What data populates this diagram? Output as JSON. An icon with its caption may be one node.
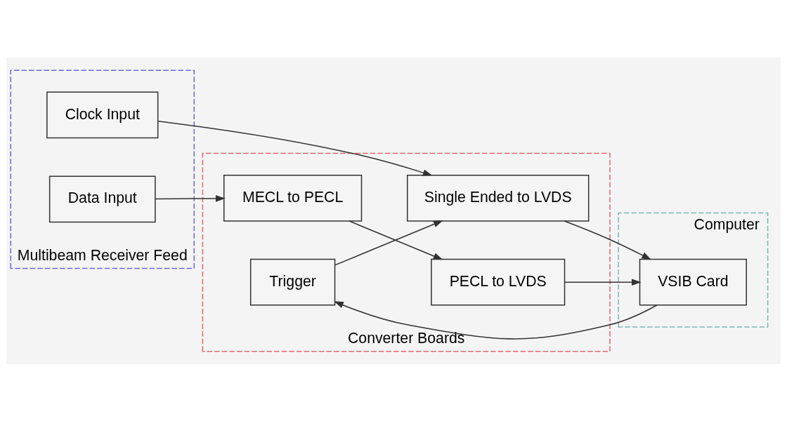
{
  "diagram": {
    "nodes": [
      {
        "text": [
          "Multibeam Receiver Feed"
        ]
      },
      {
        "text": [
          "Data Input"
        ],
        "in": 0
      },
      {
        "text": [
          "Clock Input"
        ],
        "in": 0
      },
      {
        "text": [
          "Converter Boards"
        ]
      },
      {
        "text": [
          "MECL to PECL"
        ],
        "in": 3
      },
      {
        "text": [
          "PECL to LVDS"
        ],
        "in": 3
      },
      {
        "text": [
          "Single Ended to LVDS"
        ],
        "in": 3
      },
      {
        "text": [
          "Trigger"
        ],
        "in": 3
      },
      {
        "text": [
          "Computer"
        ]
      },
      {
        "text": [
          "VSIB Card"
        ],
        "in": 8
      }
    ],
    "edges": [
      {
        "from": 1,
        "to": 4,
        "arrow": "to"
      },
      {
        "from": 4,
        "to": 5,
        "arrow": "to"
      },
      {
        "from": 5,
        "to": 9,
        "arrow": "to"
      },
      {
        "from": 2,
        "to": 6,
        "arrow": "to"
      },
      {
        "from": 6,
        "to": 9,
        "arrow": "to"
      },
      {
        "from": 7,
        "to": 6,
        "arrow": "to"
      },
      {
        "from": 9,
        "to": 7,
        "arrow": "to"
      }
    ]
  }
}
